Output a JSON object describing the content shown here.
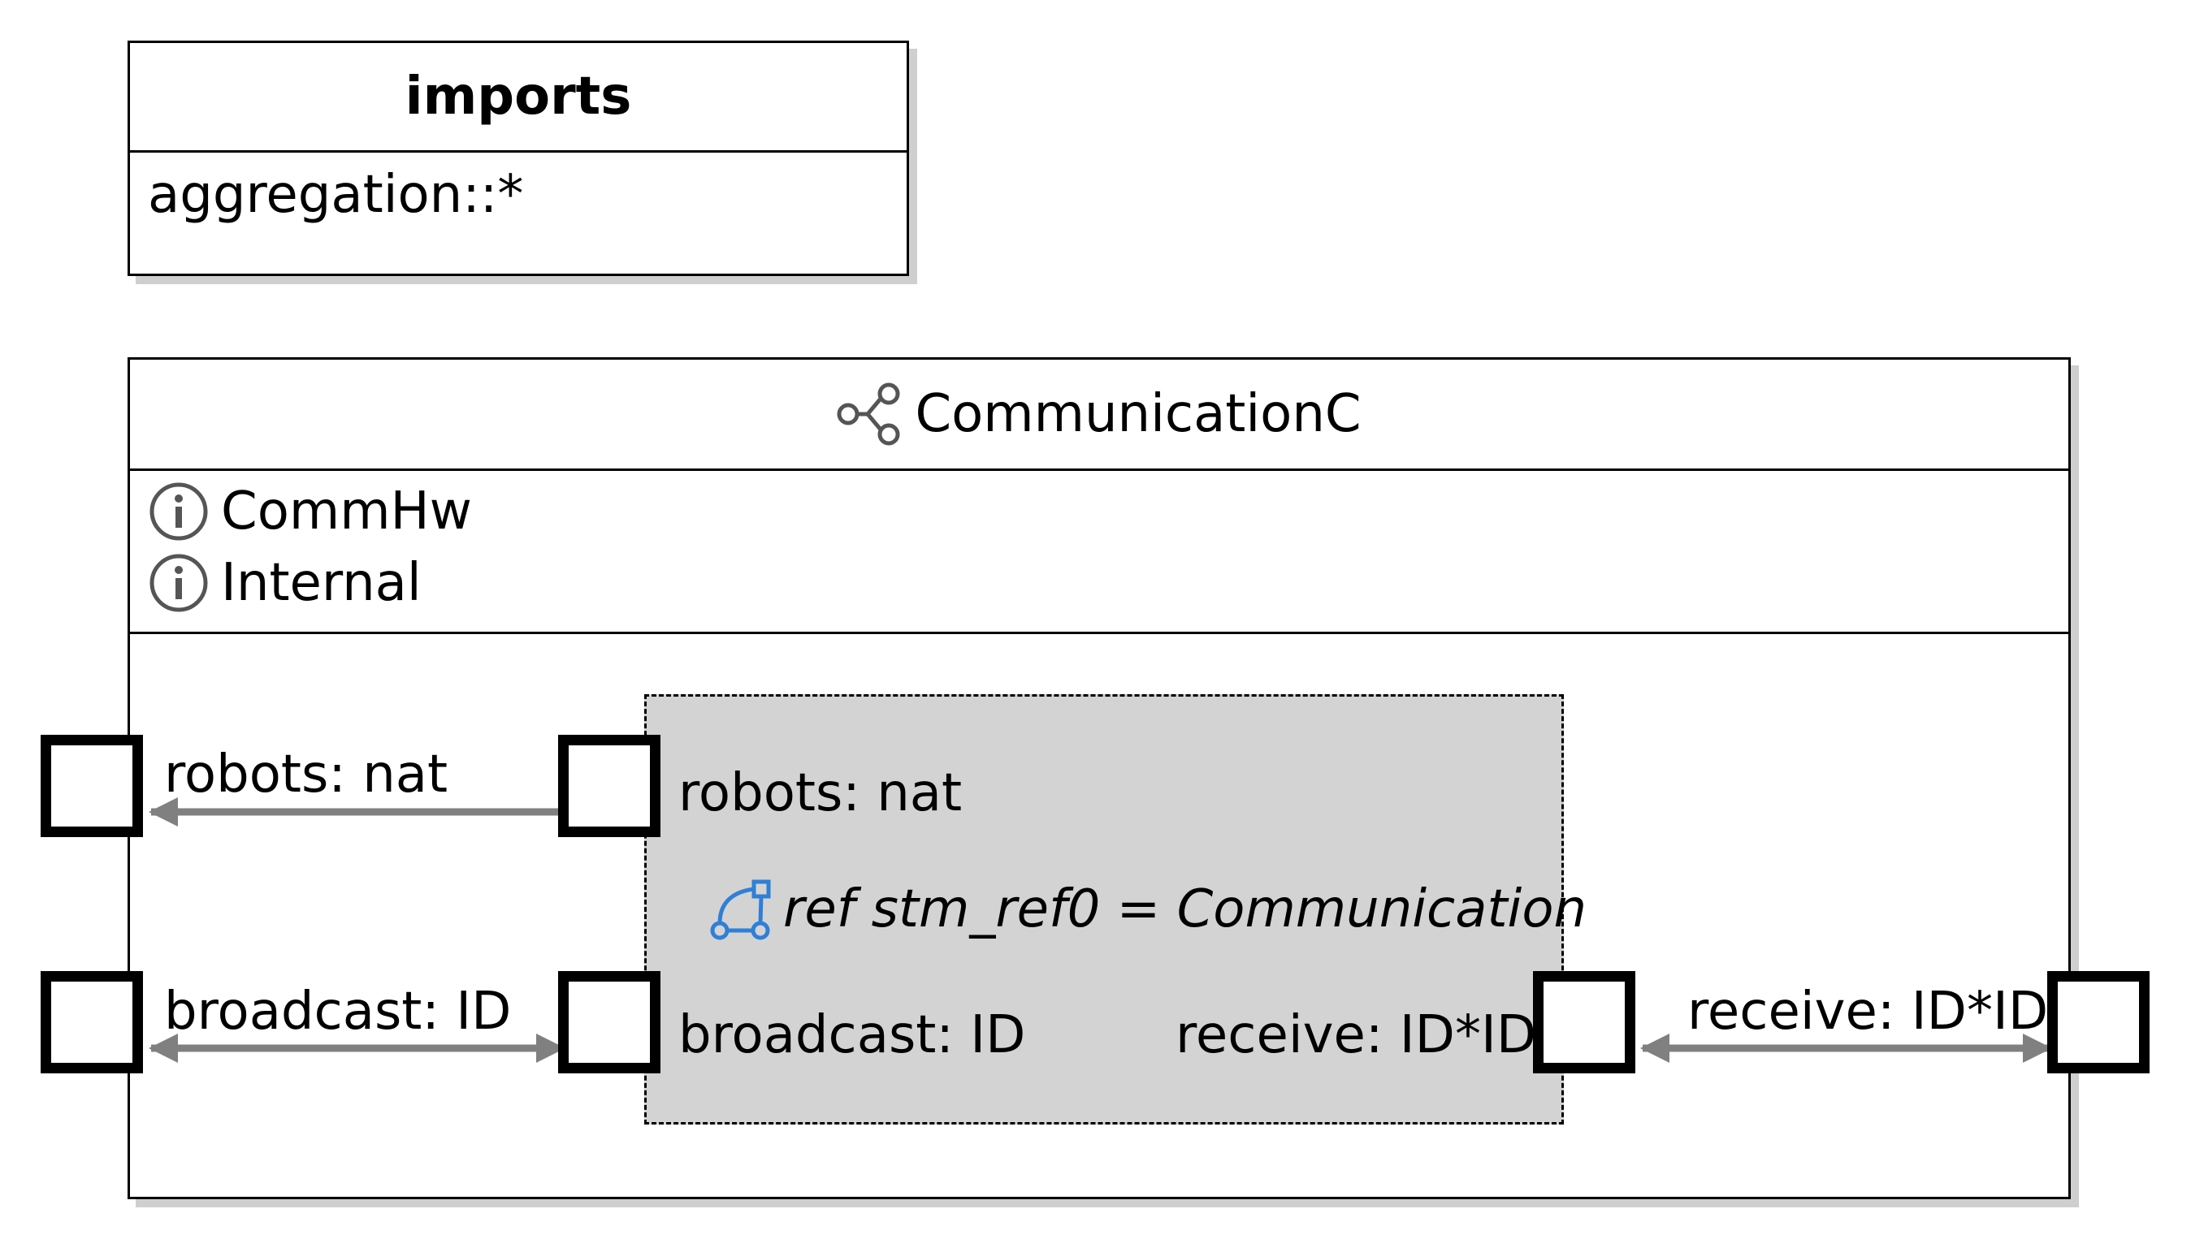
{
  "imports": {
    "title": "imports",
    "items": [
      "aggregation::*"
    ]
  },
  "controller": {
    "name": "CommunicationC",
    "icon": "controller-icon",
    "interfaces": [
      {
        "icon": "interface-icon",
        "label": "CommHw"
      },
      {
        "icon": "interface-icon",
        "label": "Internal"
      }
    ],
    "reference": {
      "icon": "state-machine-icon",
      "label": "ref stm_ref0 = Communication",
      "ports": {
        "robots": "robots: nat",
        "broadcast": "broadcast: ID",
        "receive": "receive: ID*ID"
      }
    },
    "ports": {
      "robots": "robots: nat",
      "broadcast": "broadcast: ID",
      "receive": "receive: ID*ID"
    }
  },
  "colors": {
    "connector": "#808080",
    "reference_fill": "#d3d3d3",
    "shadow": "#cfcfcf",
    "icon_blue": "#2f7fd6"
  }
}
